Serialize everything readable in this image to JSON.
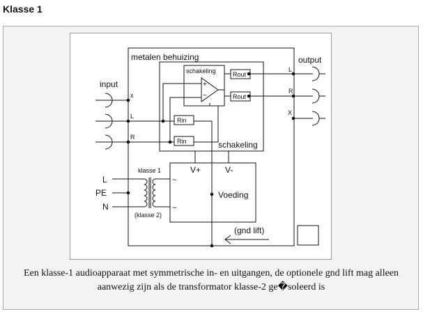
{
  "heading": "Klasse 1",
  "diagram": {
    "housing_label": "metalen behuizing",
    "input_label": "input",
    "output_label": "output",
    "input_x": "x",
    "input_l": "L",
    "input_r": "R",
    "output_l": "L",
    "output_r": "R",
    "output_x": "X",
    "opamp_box_label": "schakeling",
    "opamp_plus": "+",
    "opamp_minus": "−",
    "rout": "Rout",
    "rin": "Rin",
    "circuit_label": "schakeling",
    "vplus": "V+",
    "vminus": "V-",
    "supply_label": "Voeding",
    "mains_l": "L",
    "mains_pe": "PE",
    "mains_n": "N",
    "transformer_class": "klasse 1",
    "transformer_class2": "(klasse 2)",
    "tilde": "~",
    "gnd_lift": "(gnd lift)"
  },
  "caption": {
    "line1": "Een klasse-1 audioapparaat met symmetrische in- en uitgangen, de optionele gnd lift mag alleen",
    "line2": "aanwezig zijn als de transformator klasse-2 ge�soleerd is"
  }
}
